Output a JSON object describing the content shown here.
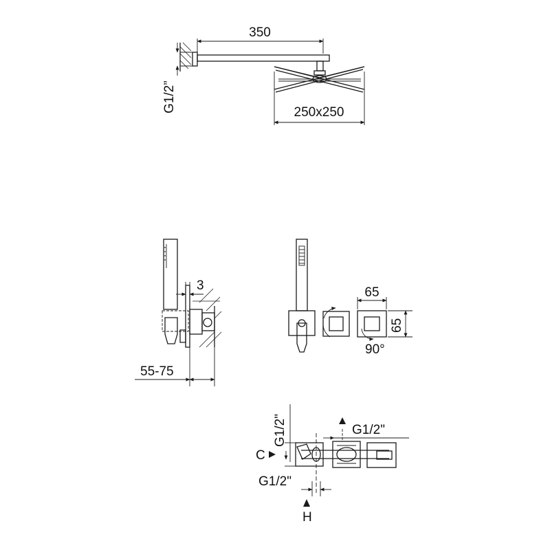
{
  "shower_head": {
    "arm_length": "350",
    "connection": "G1/2”",
    "head_size": "250x250"
  },
  "hand_shower": {
    "wall_offset": "3",
    "depth_range": "55-75"
  },
  "control_plate": {
    "size_width": "65",
    "size_height": "65",
    "rotation": "90°"
  },
  "valve_body": {
    "inlet_connection": "G1/2\"",
    "outlet_connection": "G1/2\"",
    "side_connection": "G1/2\"",
    "cold_label": "C",
    "hot_label": "H"
  }
}
